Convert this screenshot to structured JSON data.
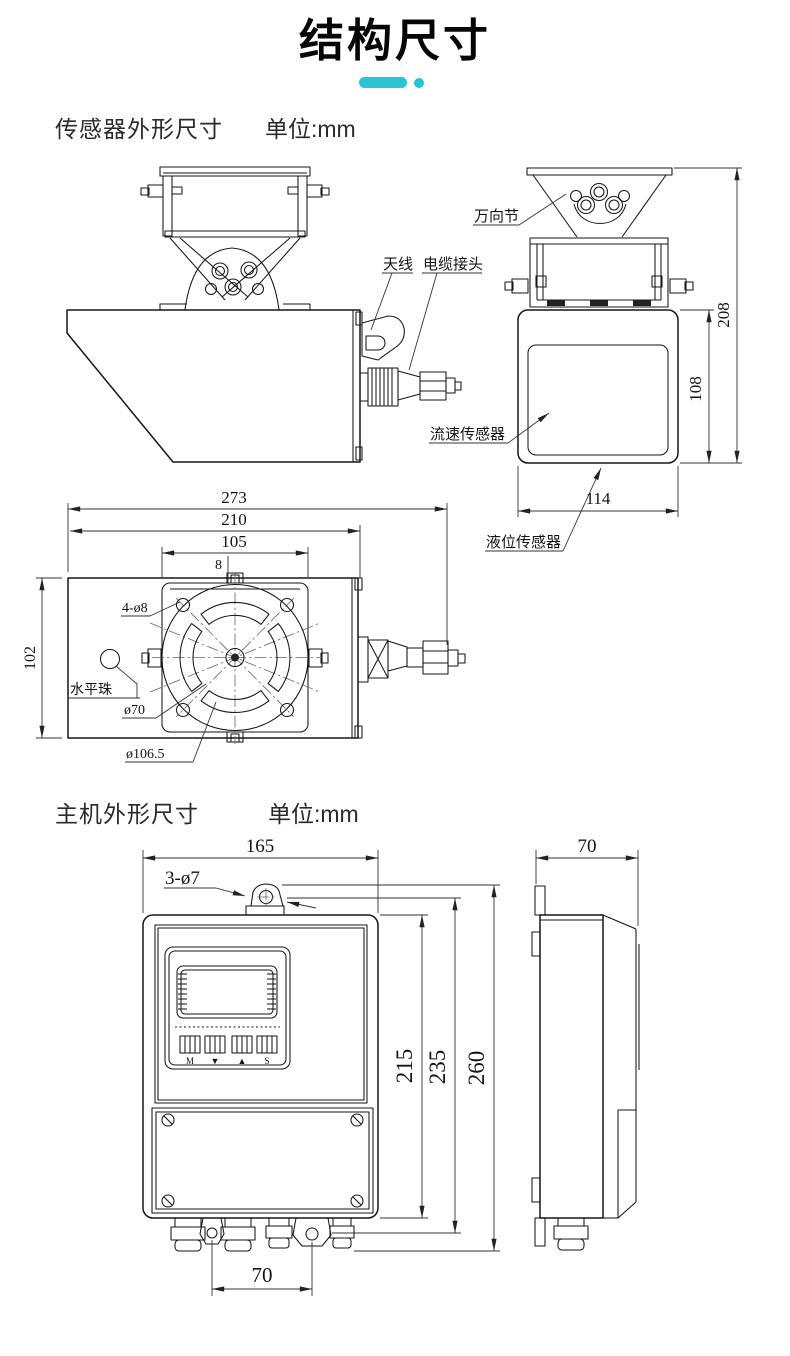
{
  "page": {
    "title": "结构尺寸",
    "accent_color": "#2bc4d4"
  },
  "sensor_section": {
    "heading": "传感器外形尺寸",
    "unit": "单位:mm",
    "labels": {
      "antenna": "天线",
      "cable_joint": "电缆接头",
      "universal_joint": "万向节",
      "velocity_sensor": "流速传感器",
      "level_sensor": "液位传感器",
      "level_bead": "水平珠"
    },
    "dims": {
      "overall_height": "208",
      "body_height": "108",
      "body_width": "114",
      "overall_length": "273",
      "shell_length": "210",
      "flange_width": "105",
      "tab_offset": "8",
      "shell_width": "102",
      "mount_holes": "4-ø8",
      "slot_circle_dia": "ø70",
      "flange_dia": "ø106.5"
    }
  },
  "host_section": {
    "heading": "主机外形尺寸",
    "unit": "单位:mm",
    "labels": {
      "mount_holes": "3-ø7",
      "buttons": [
        "M",
        "▼",
        "▲",
        "S"
      ]
    },
    "dims": {
      "width": "165",
      "depth": "70",
      "body_height": "215",
      "mount_height": "235",
      "overall_height": "260",
      "gland_spacing": "70"
    }
  }
}
